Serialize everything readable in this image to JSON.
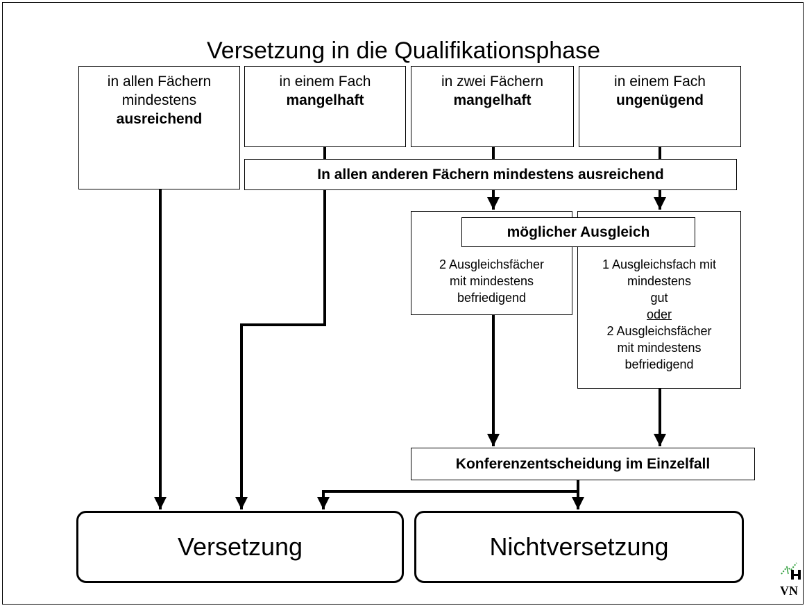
{
  "title": "Versetzung in die Qualifikationsphase",
  "cases": [
    {
      "line1": "in allen Fächern",
      "line2": "mindestens",
      "line3": "ausreichend"
    },
    {
      "line1": "in einem Fach",
      "line2": "mangelhaft"
    },
    {
      "line1": "in zwei Fächern",
      "line2": "mangelhaft"
    },
    {
      "line1": "in einem Fach",
      "line2": "ungenügend"
    }
  ],
  "condition_bar": "In allen anderen Fächern mindestens ausreichend",
  "compensation_label": "möglicher Ausgleich",
  "compensation_two": [
    "2 Ausgleichsfächer",
    "mit mindestens",
    "befriedigend"
  ],
  "compensation_one": [
    "1 Ausgleichsfach mit",
    "mindestens",
    "gut",
    "oder",
    "2 Ausgleichsfächer",
    "mit mindestens",
    "befriedigend"
  ],
  "conference": "Konferenzentscheidung im Einzelfall",
  "outcome_pass": "Versetzung",
  "outcome_fail": "Nichtversetzung",
  "logo_text": "VN",
  "logo_colors": {
    "stroke": "#000000",
    "accent": "#2e9e3a"
  }
}
